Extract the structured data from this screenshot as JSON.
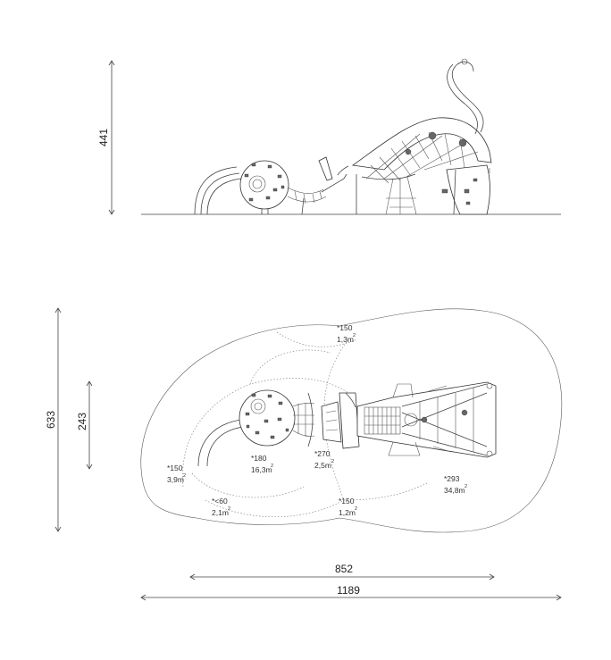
{
  "elevation": {
    "height_label": "441"
  },
  "plan": {
    "overall_depth_label": "633",
    "inner_depth_label": "243",
    "inner_width_label": "852",
    "overall_width_label": "1189",
    "zones": [
      {
        "height": "*150",
        "area": "1,3m",
        "sup": "2"
      },
      {
        "height": "*150",
        "area": "3,9m",
        "sup": "2"
      },
      {
        "height": "*180",
        "area": "16,3m",
        "sup": "2"
      },
      {
        "height": "*270",
        "area": "2,5m",
        "sup": "2"
      },
      {
        "height": "*293",
        "area": "34,8m",
        "sup": "2"
      },
      {
        "height": "*<60",
        "area": "2,1m",
        "sup": "2"
      },
      {
        "height": "*150",
        "area": "1,2m",
        "sup": "2"
      }
    ]
  }
}
